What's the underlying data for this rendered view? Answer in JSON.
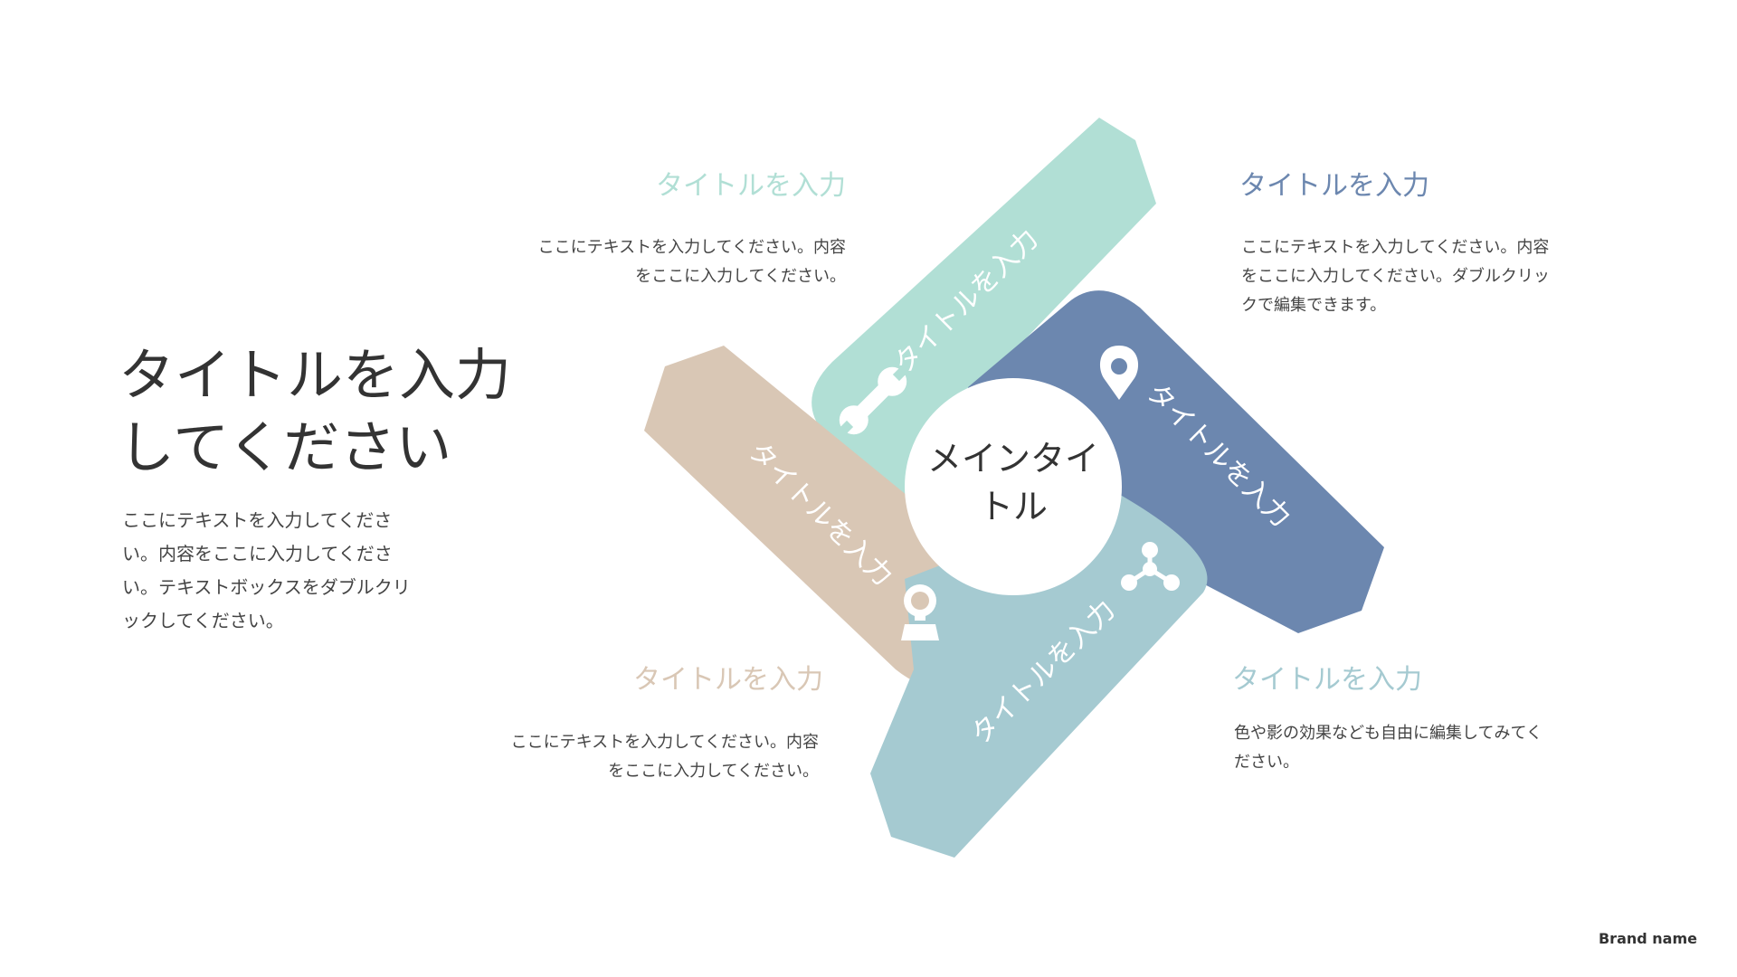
{
  "main": {
    "title_line1": "タイトルを入力",
    "title_line2": "してください",
    "desc_line1": "ここにテキストを入力してくださ",
    "desc_line2": "い。内容をここに入力してくださ",
    "desc_line3": "い。テキストボックスをダブルクリ",
    "desc_line4": "ックしてください。"
  },
  "center": {
    "line1": "メインタイ",
    "line2": "トル"
  },
  "blocks": [
    {
      "position": "top-left",
      "color": "#b1dfd5",
      "icon": "wrench-icon",
      "title": "タイトルを入力",
      "arm_label": "タイトルを入力",
      "desc_line1": "ここにテキストを入力してください。内容",
      "desc_line2": "をここに入力してください。"
    },
    {
      "position": "top-right",
      "color": "#6c87af",
      "icon": "map-pin-icon",
      "title": "タイトルを入力",
      "arm_label": "タイトルを入力",
      "desc_line1": "ここにテキストを入力してください。内容",
      "desc_line2": "をここに入力してください。ダブルクリッ",
      "desc_line3": "クで編集できます。"
    },
    {
      "position": "bottom-left",
      "color": "#d9c7b5",
      "icon": "user-idea-icon",
      "title": "タイトルを入力",
      "arm_label": "タイトルを入力",
      "desc_line1": "ここにテキストを入力してください。内容",
      "desc_line2": "をここに入力してください。"
    },
    {
      "position": "bottom-right",
      "color": "#a5cad1",
      "icon": "network-icon",
      "title": "タイトルを入力",
      "arm_label": "タイトルを入力",
      "desc_line1": "色や影の効果なども自由に編集してみてく",
      "desc_line2": "ださい。"
    }
  ],
  "footer": {
    "brand": "Brand name"
  }
}
